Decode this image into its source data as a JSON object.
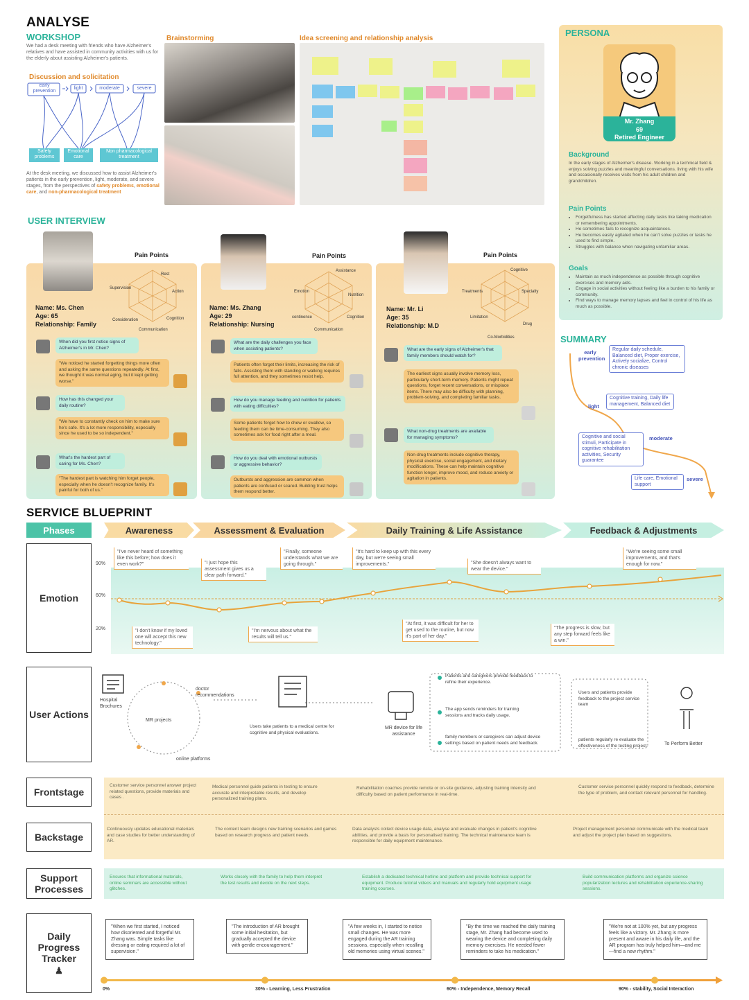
{
  "analyse": {
    "title": "ANALYSE",
    "workshop": "WORKSHOP",
    "workshop_desc": "We had a desk meeting with friends who have Alzheimer's relatives and have assisted in community activities with us for the elderly about assisting Alzheimer's patients.",
    "discussion": "Discussion and solicitation",
    "stages": [
      "early prevention",
      "light",
      "moderate",
      "severe"
    ],
    "cats": [
      "Safety problems",
      "Emotional care",
      "Non pharmacological treatment"
    ],
    "desk_note": "At the desk meeting, we discussed how to assist Alzheimer's patients in the early prevention, light, moderate, and severe stages, from the perspectives of",
    "desk_b1": "safety problems",
    "desk_b2": "emotional care",
    "desk_b3": "non-pharmacological treatment",
    "brainstorm": "Brainstorming",
    "idea": "Idea screening and relationship analysis"
  },
  "persona": {
    "title": "PERSONA",
    "name": "Mr. Zhang",
    "age": "69",
    "job": "Retired Engineer",
    "background_t": "Background",
    "background": "In the early stages of Alzheimer's disease. Working in a technical field & enjoys solving puzzles and meaningful conversations. living with his wife and occasionally receives visits from his adult children and grandchildren.",
    "pain_t": "Pain Points",
    "pain": [
      "Forgetfulness has started affecting daily tasks like taking medication or remembering appointments.",
      "He sometimes fails to recognize acquaintances.",
      "He becomes easily agitated when he can't solve puzzles or tasks he used to find simple.",
      "Struggles with balance when navigating unfamiliar areas."
    ],
    "goals_t": "Goals",
    "goals": [
      "Maintain as much independence as possible through cognitive exercises and memory aids.",
      "Engage in social activities without feeling like a burden to his family or community.",
      "Find ways to manage memory lapses and feel in control of his life as much as possible."
    ]
  },
  "summary": {
    "title": "SUMMARY",
    "early": "early prevention",
    "light": "light",
    "moderate": "moderate",
    "severe": "severe",
    "b1": "Regular daily schedule, Balanced diet, Proper exercise, Actively socialize, Control chronic diseases",
    "b2": "Cognitive training, Daily life management, Balanced diet",
    "b3": "Cognitive and social stimuli, Participate in cognitive rehabilitation activities, Security guarantee",
    "b4": "Life care, Emotional support"
  },
  "interview": {
    "title": "USER INTERVIEW",
    "pain": "Pain Points",
    "p1": {
      "name": "Name: Ms. Chen",
      "age": "Age: 65",
      "rel": "Relationship: Family",
      "radar": [
        "Rest",
        "Action",
        "Cognition",
        "Communication",
        "Consideration",
        "Supervision"
      ],
      "q1": "When did you first notice signs of Alzheimer's in Mr. Chen?",
      "a1": "\"We noticed he started forgetting things more often and asking the same questions repeatedly. At first, we thought it was normal aging, but it kept getting worse.\"",
      "q2": "How has this changed your daily routine?",
      "a2": "\"We have to constantly check on him to make sure he's safe. It's a lot more responsibility, especially since he used to be so independent.\"",
      "q3": "What's the hardest part of caring for Ms. Chen?",
      "a3": "\"The hardest part is watching him forget people, especially when he doesn't recognize family. It's painful for both of us.\""
    },
    "p2": {
      "name": "Name: Ms. Zhang",
      "age": "Age: 29",
      "rel": "Relationship: Nursing",
      "radar": [
        "Assistance",
        "Nutrition",
        "Cognition",
        "Communication",
        "continence",
        "Emotion"
      ],
      "q1": "What are the daily challenges you face when assisting patients?",
      "a1": "Patients often forget their limits, increasing the risk of falls. Assisting them with standing or walking requires full attention, and they sometimes resist help.",
      "q2": "How do you manage feeding and nutrition for patients with eating difficulties?",
      "a2": "Some patients forget how to chew or swallow, so feeding them can be time-consuming. They also sometimes ask for food right after a meal.",
      "q3": "How do you deal with emotional outbursts or aggressive behavior?",
      "a3": "Outbursts and aggression are common when patients are confused or scared. Building trust helps them respond better."
    },
    "p3": {
      "name": "Name: Mr. Li",
      "age": "Age: 35",
      "rel": "Relationship: M.D",
      "radar": [
        "Cognitive",
        "Specialty",
        "Drug",
        "Co-Morbidities",
        "Limitation",
        "Treatments"
      ],
      "q1": "What are the early signs of Alzheimer's that family members should watch for?",
      "a1": "The earliest signs usually involve memory loss, particularly short-term memory. Patients might repeat questions, forget recent conversations, or misplace items. There may also be difficulty with planning, problem-solving, and completing familiar tasks.",
      "q2": "What non-drug treatments are available for managing symptoms?",
      "a2": "Non-drug treatments include cognitive therapy, physical exercise, social engagement, and dietary modifications. These can help maintain cognitive function longer, improve mood, and reduce anxiety or agitation in patients."
    }
  },
  "blueprint": {
    "title": "SERVICE BLUEPRINT",
    "phases_label": "Phases",
    "phases": [
      "Awareness",
      "Assessment & Evaluation",
      "Daily Training & Life Assistance",
      "Feedback & Adjustments"
    ],
    "rows": [
      "Emotion",
      "User Actions",
      "Frontstage",
      "Backstage",
      "Support Processes",
      "Daily Progress Tracker"
    ],
    "pct": [
      "90%",
      "60%",
      "20%"
    ],
    "emo_top": [
      "\"I've never heard of something like this before; how does it even work?\"",
      "\"I just hope this assessment gives us a clear path forward.\"",
      "\"Finally, someone understands what we are going through.\"",
      "\"It's hard to keep up with this every day, but we're seeing small improvements.\"",
      "\"She doesn't always want to wear the device.\"",
      "\"We're seeing some small improvements, and that's enough for now.\""
    ],
    "emo_bot": [
      "\"I don't know if my loved one will accept this new technology.\"",
      "\"I'm nervous about what the results will tell us.\"",
      "\"At first, it was difficult for her to get used to the routine, but now it's part of her day.\"",
      "\"The progress is slow, but any step forward feels like a win.\""
    ],
    "ua": {
      "hospital": "Hospital Brochures",
      "doctor": "doctor recommendations",
      "mr": "MR projects",
      "online": "online platforms",
      "centre": "Users take patients to a medical centre for cognitive and physical evaluations.",
      "device": "MR device for life assistance",
      "fb1": "Patients and caregivers provide feedback to refine their experience.",
      "fb2": "The app sends reminders for training sessions and tracks daily usage.",
      "fb3": "family members or caregivers can adjust device settings based on patient needs and feedback.",
      "fb4": "Users and patients provide feedback to the project service team",
      "fb5": "patients regularly re evaluate the effectiveness of the testing project.",
      "better": "To Perform Better"
    },
    "front": [
      "Customer service personnel answer project related questions, provide materials and cases .",
      "Medical personnel guide patients in testing to ensure accurate and interpretable results, and develop personalized training plans.",
      "Rehabilitation coaches provide remote or on-site guidance, adjusting training intensity and difficulty based on patient performance in real-time.",
      "Customer service personnel quickly respond to feedback, determine the type of problem, and contact relevant personnel for handling."
    ],
    "back": [
      "Continuously updates educational materials and case studies for better understanding of AR.",
      "The content team designs new training scenarios and games based on research progress and patient needs.",
      "Data analysts collect device usage data, analyse and evaluate changes in patient's cognitive abilities, and provide a basis for personalised training. The technical maintenance team is responsible for daily equipment maintenance.",
      "Project management personnel communicate with the medical team and adjust the project plan based on suggestions."
    ],
    "support": [
      "Ensures that informational materials, online seminars are accessible without glitches.",
      "Works closely with the family to help them interpret the test results and decide on the next steps.",
      "Establish a dedicated technical hotline and platform and provide technical support for equipment. Produce tutorial videos and manuals and regularly hold equipment usage training courses.",
      "Build communication platforms and organize science popularization lectures and rehabilitation experience-sharing sessions."
    ],
    "tracker": [
      "\"When we first started, I noticed how disoriented and forgetful Mr. Zhang was. Simple tasks like dressing or eating required a lot of supervision.\"",
      "\"The introduction of AR brought some initial hesitation, but gradually accepted the device with gentle encouragement.\"",
      "\"A few weeks in, I started to notice small changes. He was more engaged during the AR training sessions, especially when recalling old memories using virtual scenes.\"",
      "\"By the time we reached the daily training stage, Mr. Zhang had become used to wearing the device and completing daily memory exercises. He needed fewer reminders to take his medication.\"",
      "\"We're not at 100% yet, but any progress feels like a victory. Mr. Zhang is more present and aware in his daily life, and the AR program has truly helped him—and me—find a new rhythm.\""
    ],
    "scale": [
      "0%",
      "30% - Learning, Less Frustration",
      "60% - Independence, Memory Recall",
      "90% - stability, Social Interaction"
    ]
  },
  "colors": {
    "teal": "#2bb39a",
    "orange": "#f0a74b",
    "mint": "#bfeedd"
  }
}
